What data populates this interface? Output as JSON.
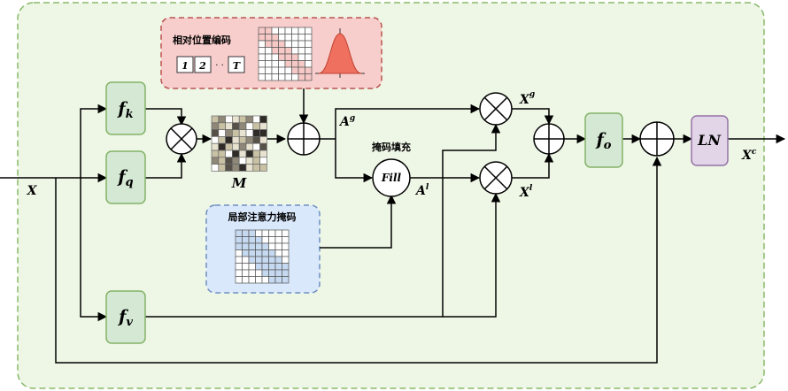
{
  "labels": {
    "input_x": "X",
    "fk": "f",
    "fk_sub": "k",
    "fq": "f",
    "fq_sub": "q",
    "fv": "f",
    "fv_sub": "v",
    "fo": "f",
    "fo_sub": "o",
    "m": "M",
    "ag": "A",
    "ag_sup": "g",
    "al": "A",
    "al_sup": "l",
    "xg": "X",
    "xg_sup": "g",
    "xl": "X",
    "xl_sup": "l",
    "ln": "LN",
    "xc": "X",
    "xc_sup": "c",
    "fill": "Fill"
  },
  "blocks": {
    "relative_position_title": "相对位置编码",
    "fill_title": "掩码填充",
    "local_mask_title": "局部注意力掩码",
    "seq_1": "1",
    "seq_2": "2",
    "seq_dots": "· ·",
    "seq_t": "T"
  },
  "colors": {
    "outer_fill": "#eef7e6",
    "outer_stroke": "#8ab86a",
    "green_fill": "#d5e8d4",
    "green_stroke": "#82b366",
    "pink_fill": "#f8cecc",
    "pink_stroke": "#b85450",
    "blue_fill": "#dae8fc",
    "blue_stroke": "#6c8ebf",
    "purple_fill": "#e1d5e7",
    "purple_stroke": "#9673a6",
    "gauss": "#f07060"
  }
}
